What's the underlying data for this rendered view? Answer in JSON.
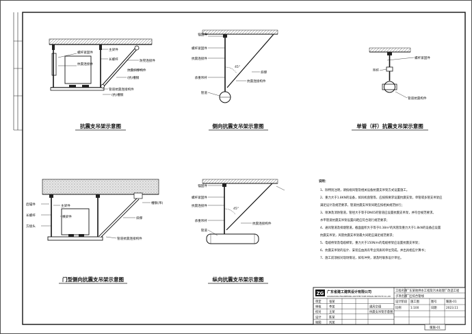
{
  "captions": {
    "c1": "抗震支吊架示意图",
    "c2": "侧向抗震支吊架示意图",
    "c3": "单管（杆）抗震支吊架示意图",
    "c4": "门型侧向抗震支吊架示意图",
    "c5": "纵向抗震支吊架示意图"
  },
  "labels": {
    "d1": [
      "螺杆紧固件",
      "抗震连接件",
      "主梁件",
      "长螺杆",
      "防晃连接件",
      "抗震斜撑构件",
      "(抗)槽钢",
      "管道抗震连接构件",
      "(抗)槽钢"
    ],
    "d2": [
      "锚固件",
      "螺杆紧固件",
      "抗震连接件",
      "承重吊杆",
      "管道",
      "斜撑",
      "抗震连接构件"
    ],
    "d3": [
      "螺杆紧固件",
      "吊杆",
      "管道抗震构件"
    ],
    "d4": [
      "后锚件",
      "长螺杆",
      "主梁件",
      "横梁件",
      "方接头",
      "槽钢(吊)",
      "斜撑",
      "管道抗震连接构件"
    ],
    "d5": [
      "锚固件",
      "螺杆紧固件",
      "抗震连接件",
      "承重吊杆",
      "管道",
      "抗震连接构件"
    ]
  },
  "angle": "45°",
  "notes": {
    "title": "说明：",
    "lines": [
      "1、除特别注明，请按规风管及相关设备抗震支吊架方式设置施工。",
      "2、重力大于1.8KN的设备，如风机盘管等，应按照要求设置抗震支架，单管或多管支吊架应",
      "   满足设计及规范要求，管道抗震支吊架间距应按相关规范执行；",
      "3、喷淋及消防管道，管径大于等于DN65的管道应设置抗震支吊架，并符合规范要求。",
      "   水平管道抗震支吊架设置间距应符合现行规范要求；",
      "4、通风管道及排烟管道，截面面积大于等于0.38m²的风管及重力大于1.8kN的设备应设置",
      "   抗震支吊架，风管抗震支吊架最大间距应满足规范要求；",
      "5、电缆桥架及电缆梯架，重力大于150N/m的电缆桥架应设置抗震支吊架；",
      "6、抗震支吊架的设计、安装应由具有专业资质的单位完成，并出具相应计算书；",
      "7、施工前须核对现场情况，如有冲突，请及时联系设计单位。"
    ]
  },
  "title_block": {
    "company": "广东省建工建筑设计有限公司",
    "company_en": "GUANGDONG ENGINEERING ARCHITECTURE DESIGN INSTITUTE CO.,LTD",
    "logo": "ZG",
    "project_label": "工程名称",
    "project": "广东某地供水工程及污水处理厂改造工程",
    "subitem_label": "子项名称",
    "subitem": "厂区综合管线",
    "drawing_title_1": "通风空调",
    "drawing_title_2": "抗震支吊架示意图",
    "stage_label": "设计阶段",
    "stage": "施工图",
    "drawing_no_label": "图号",
    "drawing_no": "暖施-01",
    "scale_label": "比例",
    "scale": "1:100",
    "date_label": "日期",
    "date": "2023.11",
    "roles": [
      "审定",
      "审核",
      "校对",
      "设计",
      "制图"
    ],
    "role_names": [
      "张某",
      "李某",
      "王某",
      "陈某",
      "刘某"
    ],
    "bottom_tab": "暖施-01"
  }
}
